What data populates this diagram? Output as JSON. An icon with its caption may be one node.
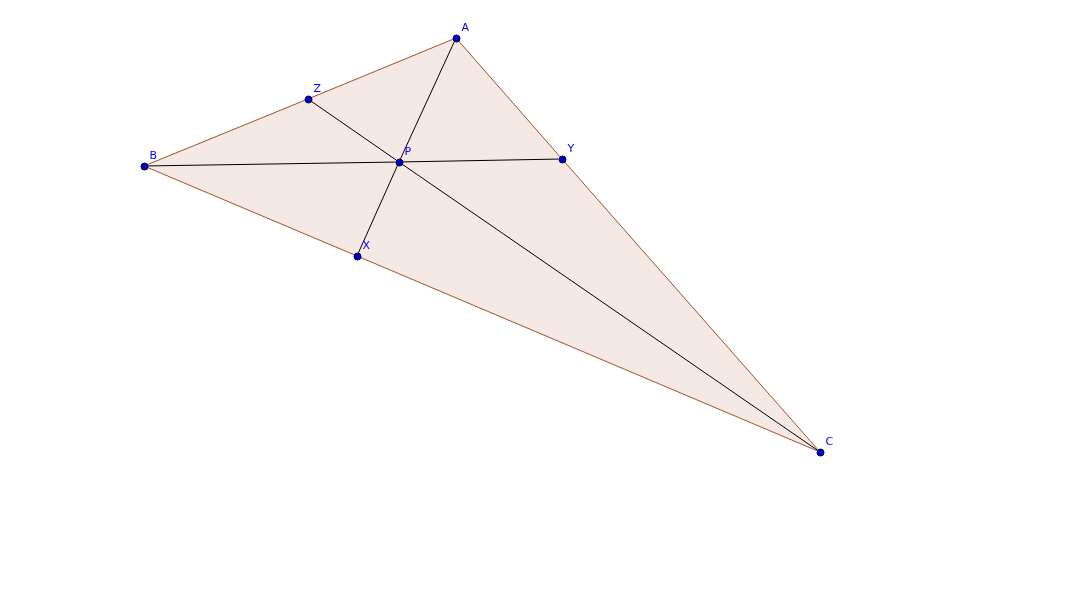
{
  "diagram": {
    "nodes": [
      {
        "text": [
          "A"
        ]
      },
      {
        "text": [
          "Z"
        ]
      },
      {
        "text": [
          "B"
        ]
      },
      {
        "text": [
          "P"
        ]
      },
      {
        "text": [
          "Y"
        ]
      },
      {
        "text": [
          "X"
        ]
      },
      {
        "text": [
          "C"
        ]
      }
    ],
    "edges": [
      {
        "from": 2,
        "to": 1,
        "arrow": "none",
        "color": "#a0522d"
      },
      {
        "from": 1,
        "to": 0,
        "arrow": "none",
        "color": "#a0522d"
      },
      {
        "from": 0,
        "to": 4,
        "arrow": "none",
        "color": "#a0522d"
      },
      {
        "from": 4,
        "to": 6,
        "arrow": "none",
        "color": "#a0522d"
      },
      {
        "from": 6,
        "to": 5,
        "arrow": "none",
        "color": "#a0522d"
      },
      {
        "from": 5,
        "to": 2,
        "arrow": "none",
        "color": "#a0522d"
      },
      {
        "from": 0,
        "to": 3,
        "arrow": "none",
        "color": "#000000"
      },
      {
        "from": 3,
        "to": 5,
        "arrow": "none",
        "color": "#000000"
      },
      {
        "from": 2,
        "to": 3,
        "arrow": "none",
        "color": "#000000"
      },
      {
        "from": 3,
        "to": 4,
        "arrow": "none",
        "color": "#000000"
      },
      {
        "from": 6,
        "to": 3,
        "arrow": "none",
        "color": "#000000"
      },
      {
        "from": 3,
        "to": 1,
        "arrow": "none",
        "color": "#000000"
      }
    ]
  }
}
